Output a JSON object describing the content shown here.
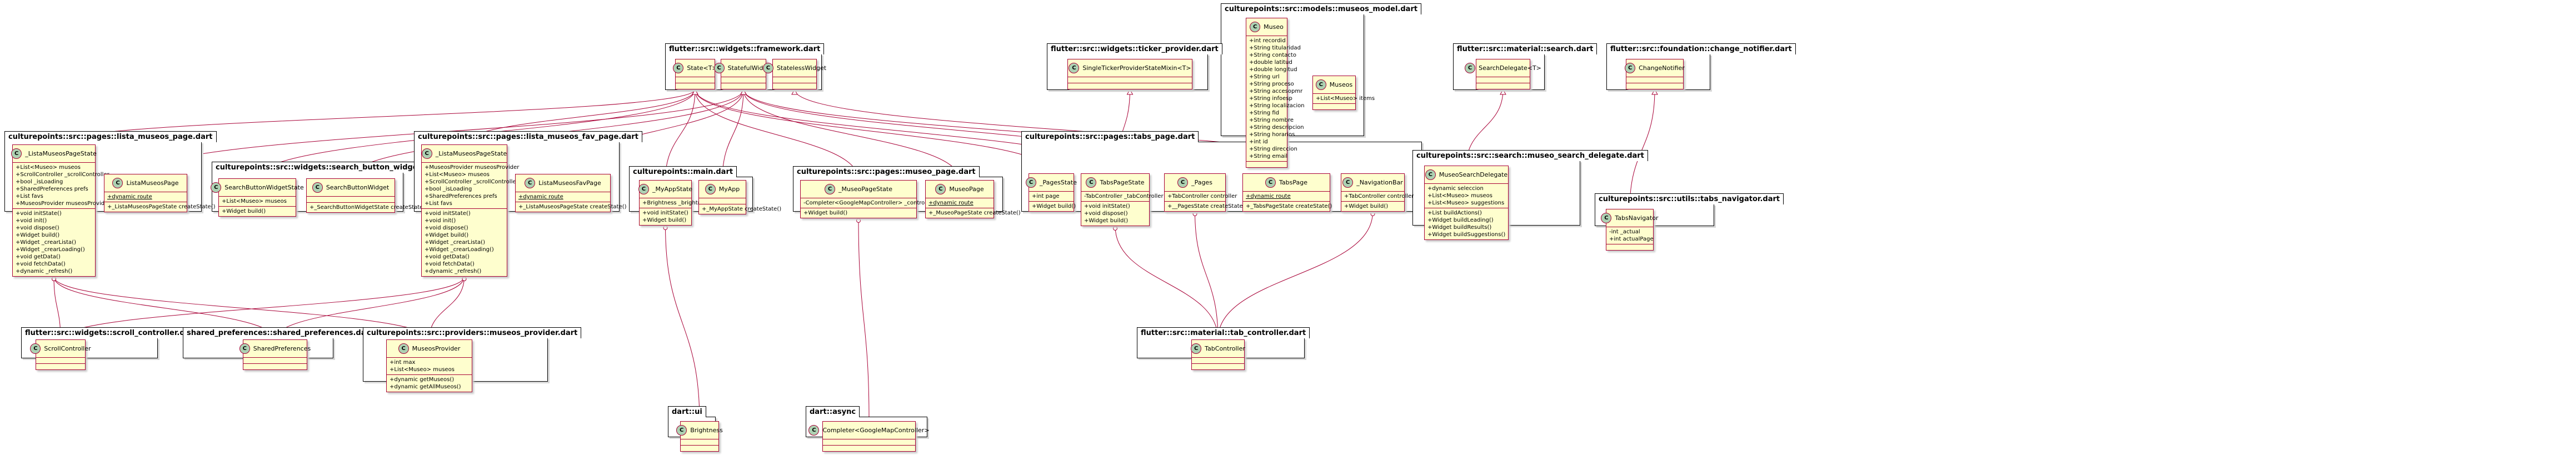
{
  "packages": {
    "framework": "flutter::src::widgets::framework.dart",
    "museos_model": "culturepoints::src::models::museos_model.dart",
    "ticker_provider": "flutter::src::widgets::ticker_provider.dart",
    "material_search": "flutter::src::material::search.dart",
    "change_notifier": "flutter::src::foundation::change_notifier.dart",
    "lista_museos_page": "culturepoints::src::pages::lista_museos_page.dart",
    "search_button_widget": "culturepoints::src::widgets::search_button_widget.dart",
    "lista_museos_fav_page": "culturepoints::src::pages::lista_museos_fav_page.dart",
    "main": "culturepoints::main.dart",
    "museo_page": "culturepoints::src::pages::museo_page.dart",
    "tabs_page": "culturepoints::src::pages::tabs_page.dart",
    "museo_search_delegate": "culturepoints::src::search::museo_search_delegate.dart",
    "tabs_navigator": "culturepoints::src::utils::tabs_navigator.dart",
    "scroll_controller": "flutter::src::widgets::scroll_controller.dart",
    "shared_preferences": "shared_preferences::shared_preferences.dart",
    "museos_provider": "culturepoints::src::providers::museos_provider.dart",
    "dart_ui": "dart::ui",
    "dart_async": "dart::async",
    "tab_controller": "flutter::src::material::tab_controller.dart"
  },
  "classes": {
    "State": {
      "name": "State<T>",
      "fields": [],
      "methods": []
    },
    "StatefulWidget": {
      "name": "StatefulWidget",
      "fields": [],
      "methods": []
    },
    "StatelessWidget": {
      "name": "StatelessWidget",
      "fields": [],
      "methods": []
    },
    "Museo": {
      "name": "Museo",
      "fields": [
        "+int recordid",
        "+String titularidad",
        "+String contacto",
        "+double latitud",
        "+double longitud",
        "+String url",
        "+String proceso",
        "+String accesopmr",
        "+String infoesp",
        "+String localizacion",
        "+String fid",
        "+String nombre",
        "+String descripcion",
        "+String horarios",
        "+int id",
        "+String direccion",
        "+String email"
      ],
      "methods": []
    },
    "Museos": {
      "name": "Museos",
      "fields": [
        "+List<Museo> items"
      ],
      "methods": []
    },
    "SingleTicker": {
      "name": "SingleTickerProviderStateMixin<T>",
      "fields": [],
      "methods": []
    },
    "SearchDelegate": {
      "name": "SearchDelegate<T>",
      "fields": [],
      "methods": []
    },
    "ChangeNotifier": {
      "name": "ChangeNotifier",
      "fields": [],
      "methods": []
    },
    "ListaMuseosPageState": {
      "name": "_ListaMuseosPageState",
      "fields": [
        "+List<Museo> museos",
        "+ScrollController _scrollController",
        "+bool _isLoading",
        "+SharedPreferences prefs",
        "+List favs",
        "+MuseosProvider museosProvider"
      ],
      "methods": [
        "+void initState()",
        "+void init()",
        "+void dispose()",
        "+Widget build()",
        "+Widget _crearLista()",
        "+Widget _crearLoading()",
        "+void getData()",
        "+void fetchData()",
        "+dynamic _refresh()"
      ]
    },
    "ListaMuseosPage": {
      "name": "ListaMuseosPage",
      "fields": [
        "+dynamic route"
      ],
      "methods": [
        "+_ListaMuseosPageState createState()"
      ]
    },
    "SearchButtonWidgetState": {
      "name": "SearchButtonWidgetState",
      "fields": [
        "+List<Museo> museos"
      ],
      "methods": [
        "+Widget build()"
      ]
    },
    "SearchButtonWidget": {
      "name": "SearchButtonWidget",
      "fields": [],
      "methods": [
        "+_SearchButtonWidgetState createState()"
      ]
    },
    "ListaMuseosFavPageState": {
      "name": "_ListaMuseosPageState",
      "fields": [
        "+MuseosProvider museosProvider",
        "+List<Museo> museos",
        "+ScrollController _scrollController",
        "+bool _isLoading",
        "+SharedPreferences prefs",
        "+List favs"
      ],
      "methods": [
        "+void initState()",
        "+void init()",
        "+void dispose()",
        "+Widget build()",
        "+Widget _crearLista()",
        "+Widget _crearLoading()",
        "+void getData()",
        "+void fetchData()",
        "+dynamic _refresh()"
      ]
    },
    "ListaMuseosFavPage": {
      "name": "ListaMuseosFavPage",
      "fields": [
        "+dynamic route"
      ],
      "methods": [
        "+_ListaMuseosPageState createState()"
      ]
    },
    "MyAppState": {
      "name": "_MyAppState",
      "fields": [
        "+Brightness _brightness"
      ],
      "methods": [
        "+void initState()",
        "+Widget build()"
      ]
    },
    "MyApp": {
      "name": "MyApp",
      "fields": [],
      "methods": [
        "+_MyAppState createState()"
      ]
    },
    "MuseoPageState": {
      "name": "_MuseoPageState",
      "fields": [
        "-Completer<GoogleMapController> _controller"
      ],
      "methods": [
        "+Widget build()"
      ]
    },
    "MuseoPage": {
      "name": "MuseoPage",
      "fields": [
        "+dynamic route"
      ],
      "methods": [
        "+_MuseoPageState createState()"
      ]
    },
    "PagesState": {
      "name": "_PagesState",
      "fields": [
        "+int page"
      ],
      "methods": [
        "+Widget build()"
      ]
    },
    "TabsPageState": {
      "name": "TabsPageState",
      "fields": [
        "-TabController _tabController"
      ],
      "methods": [
        "+void initState()",
        "+void dispose()",
        "+Widget build()"
      ]
    },
    "Pages": {
      "name": "_Pages",
      "fields": [
        "+TabController controller"
      ],
      "methods": [
        "+__PagesState createState()"
      ]
    },
    "TabsPage": {
      "name": "TabsPage",
      "fields": [
        "+dynamic route"
      ],
      "methods": [
        "+_TabsPageState createState()"
      ]
    },
    "NavigationBar": {
      "name": "_NavigationBar",
      "fields": [
        "+TabController controller"
      ],
      "methods": [
        "+Widget build()"
      ]
    },
    "MuseoSearchDelegate": {
      "name": "MuseoSearchDelegate",
      "fields": [
        "+dynamic seleccion",
        "+List<Museo> museos",
        "+List<Museo> suggestions"
      ],
      "methods": [
        "+List buildActions()",
        "+Widget buildLeading()",
        "+Widget buildResults()",
        "+Widget buildSuggestions()"
      ]
    },
    "TabsNavigator": {
      "name": "TabsNavigator",
      "fields": [
        "-int _actual",
        "+int actualPage"
      ],
      "methods": []
    },
    "ScrollController": {
      "name": "ScrollController",
      "fields": [],
      "methods": []
    },
    "SharedPreferences": {
      "name": "SharedPreferences",
      "fields": [],
      "methods": []
    },
    "MuseosProvider": {
      "name": "MuseosProvider",
      "fields": [
        "+int max",
        "+List<Museo> museos"
      ],
      "methods": [
        "+dynamic getMuseos()",
        "+dynamic getAllMuseos()"
      ]
    },
    "Brightness": {
      "name": "Brightness",
      "fields": [],
      "methods": []
    },
    "Completer": {
      "name": "Completer<GoogleMapController>",
      "fields": [],
      "methods": []
    },
    "TabController": {
      "name": "TabController",
      "fields": [],
      "methods": []
    }
  }
}
